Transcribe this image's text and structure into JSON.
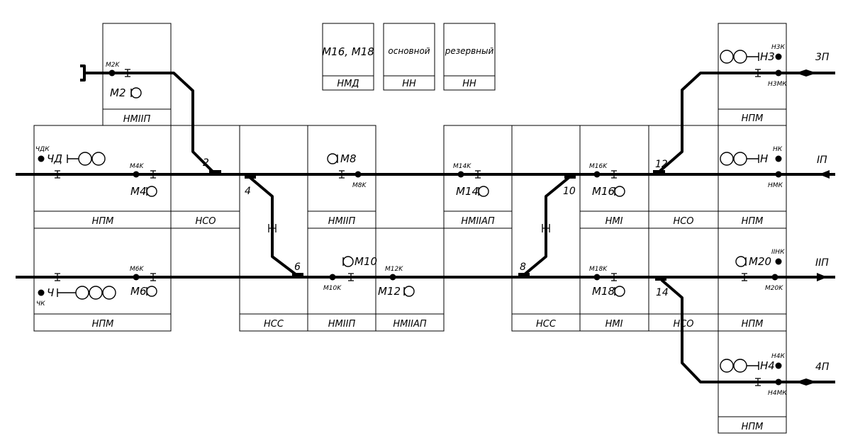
{
  "legend": {
    "nmd": {
      "title": "M16, M18",
      "caption": "НМД"
    },
    "main": {
      "title": "основной",
      "caption": "НН"
    },
    "reserve": {
      "title": "резервный",
      "caption": "НН"
    }
  },
  "tracks": {
    "t3": "3П",
    "t1": "IП",
    "t2": "IIП",
    "t4": "4П"
  },
  "switches": {
    "s2": "2",
    "s4": "4",
    "s6": "6",
    "s8": "8",
    "s10": "10",
    "s12": "12",
    "s14": "14"
  },
  "signals": {
    "m2": "M2",
    "m4": "M4",
    "m6": "M6",
    "m8": "M8",
    "m10": "M10",
    "m12": "M12",
    "m14": "M14",
    "m16": "M16",
    "m18": "M18",
    "m20": "M20",
    "chd": "ЧД",
    "ch": "Ч",
    "n3": "Н3",
    "n1": "Н",
    "n4": "Н4"
  },
  "markers": {
    "m2k": "M2K",
    "m4k": "M4K",
    "m6k": "M6K",
    "m8k": "M8K",
    "m10k": "M10K",
    "m12k": "M12K",
    "m14k": "M14K",
    "m16k": "M16K",
    "m18k": "M18K",
    "m20k": "M20K",
    "chdk": "ЧДК",
    "chk": "ЧК",
    "n3k": "Н3К",
    "n3mk": "Н3МК",
    "n1k": "НК",
    "n1mk": "НМК",
    "n2k": "IIНК",
    "n4k": "Н4К",
    "n4mk": "Н4МК"
  },
  "cells": {
    "m2cell": "НМIIП",
    "left_top": "НПМ",
    "nso_left": "НСО",
    "m8cell": "НМIIП",
    "m14cell": "НМIIАП",
    "m16cell": "НМI",
    "nso_right": "НСО",
    "right_top1": "НПМ",
    "right_top2": "НПМ",
    "left_bottom": "НПМ",
    "nss_left": "НСС",
    "m10cell": "НМIIП",
    "m12cell": "НМIIАП",
    "nss_right": "НСС",
    "m18cell": "НМI",
    "nso_right2": "НСО",
    "right_bottom1": "НПМ",
    "right_bottom2": "НПМ"
  }
}
